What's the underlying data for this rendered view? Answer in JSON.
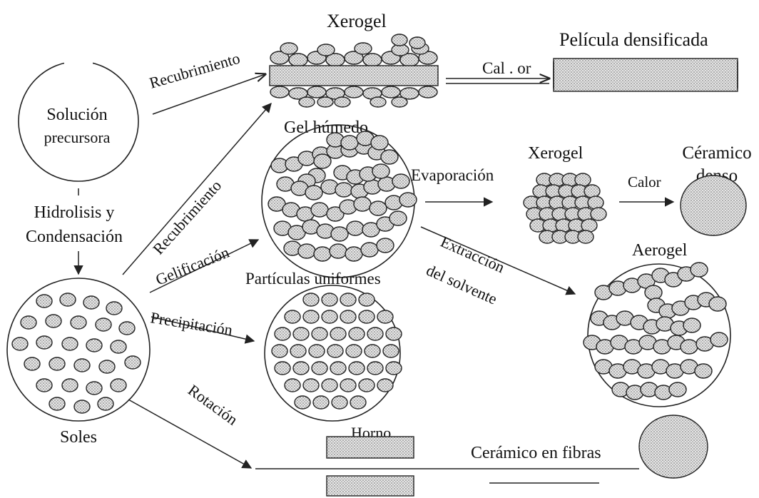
{
  "labels": {
    "xerogel_top": "Xerogel",
    "pelicula": "Película densificada",
    "calor_top": "Cal . or",
    "solucion_1": "Solución",
    "solucion_2": "precursora",
    "hidrolisis_1": "Hidrolisis y",
    "hidrolisis_2": "Condensación",
    "recubrimiento_1": "Recubrimiento",
    "recubrimiento_2": "Recubrimiento",
    "gel_humedo": "Gel húmedo",
    "gelificacion": "Gelificación",
    "evaporacion": "Evaporación",
    "xerogel_mid": "Xerogel",
    "calor_mid": "Calor",
    "ceramico_1": "Céramico",
    "ceramico_2": "denso",
    "extraccion_1": "Extracción",
    "extraccion_2": "del solvente",
    "aerogel": "Aerogel",
    "particulas": "Partículas uniformes",
    "precipitacion": "Precipitación",
    "soles": "Soles",
    "rotacion": "Rotación",
    "horno": "Horno",
    "ceramico_fibras": "Cerámico en fibras"
  }
}
